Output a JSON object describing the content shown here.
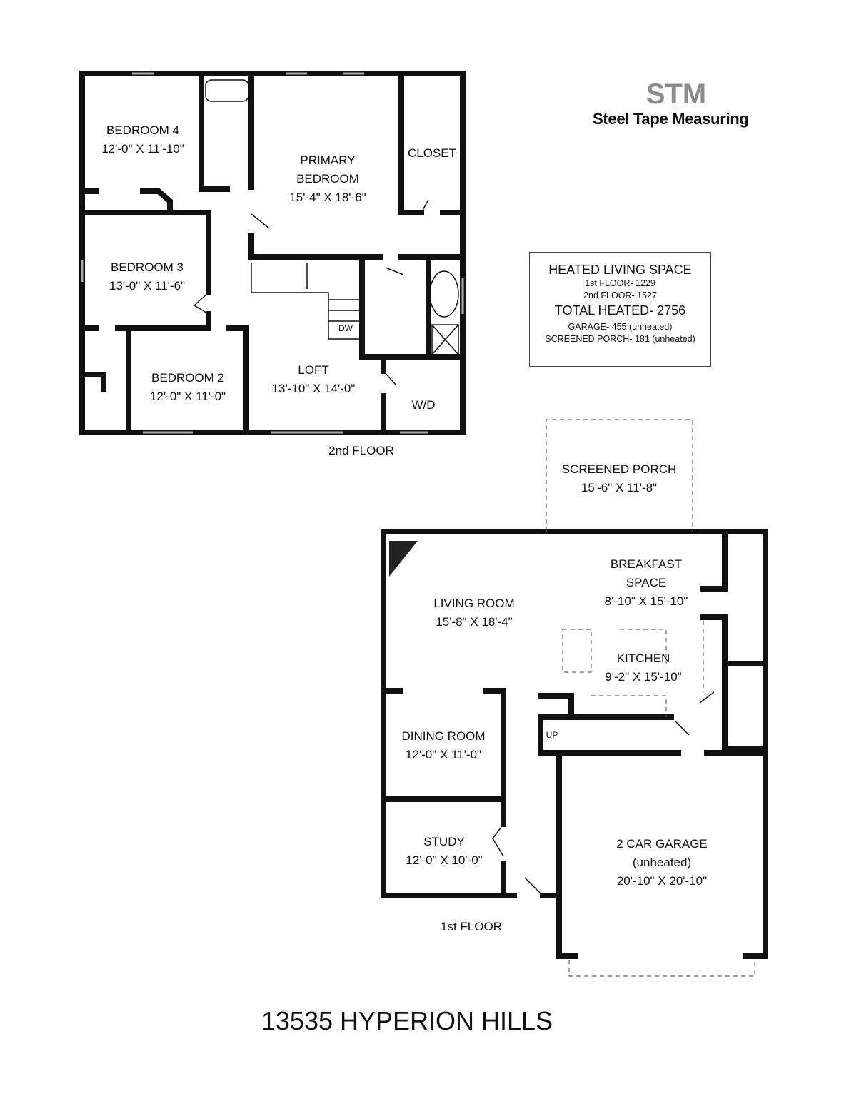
{
  "logo": {
    "text": "Steel Tape Measuring",
    "mark": "STM"
  },
  "summary": {
    "heading": "HEATED LIVING SPACE",
    "first_floor": "1st FLOOR- 1229",
    "second_floor": "2nd FLOOR- 1527",
    "total": "TOTAL HEATED- 2756",
    "garage": "GARAGE- 455 (unheated)",
    "porch": "SCREENED PORCH- 181 (unheated)"
  },
  "second_floor": {
    "label": "2nd FLOOR",
    "rooms": [
      {
        "name": "BEDROOM 4",
        "size": "12'-0\" X 11'-10\""
      },
      {
        "name": "PRIMARY BEDROOM",
        "size": "15'-4\" X 18'-6\""
      },
      {
        "name": "CLOSET",
        "size": ""
      },
      {
        "name": "BEDROOM 3",
        "size": "13'-0\" X 11'-6\""
      },
      {
        "name": "BEDROOM 2",
        "size": "12'-0\" X 11'-0\""
      },
      {
        "name": "LOFT",
        "size": "13'-10\" X 14'-0\""
      },
      {
        "name": "W/D",
        "size": ""
      }
    ],
    "dw": "DW"
  },
  "first_floor": {
    "label": "1st FLOOR",
    "rooms": [
      {
        "name": "SCREENED PORCH",
        "size": "15'-6\" X 11'-8\""
      },
      {
        "name": "LIVING ROOM",
        "size": "15'-8\" X 18'-4\""
      },
      {
        "name": "BREAKFAST SPACE",
        "size": "8'-10\" X 15'-10\""
      },
      {
        "name": "KITCHEN",
        "size": "9'-2\" X 15'-10\""
      },
      {
        "name": "DINING ROOM",
        "size": "12'-0\" X 11'-0\""
      },
      {
        "name": "STUDY",
        "size": "12'-0\" X 10'-0\""
      },
      {
        "name": "2 CAR GARAGE",
        "note": "(unheated)",
        "size": "20'-10\" X 20'-10\""
      }
    ],
    "up": "UP"
  },
  "title": "13535 HYPERION HILLS"
}
